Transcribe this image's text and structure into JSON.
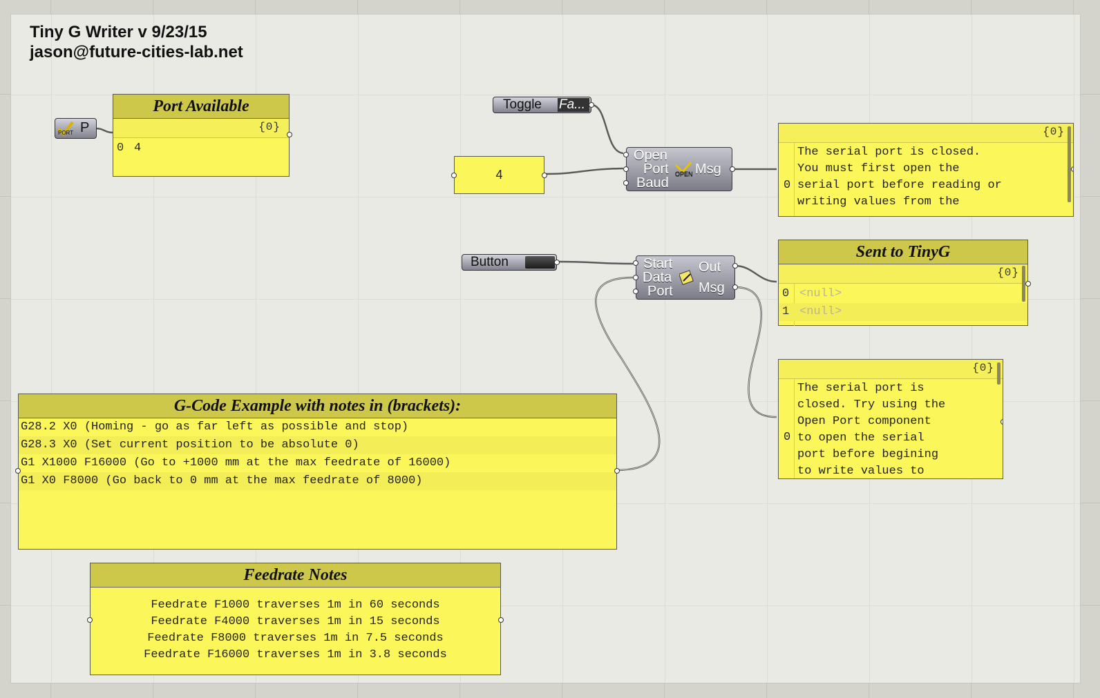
{
  "title": {
    "line1": "Tiny G Writer v 9/23/15",
    "line2": "jason@future-cities-lab.net"
  },
  "port_available": {
    "input_label": "P",
    "header": "Port Available",
    "path": "{0}",
    "rows": [
      {
        "index": "0",
        "value": "4"
      }
    ]
  },
  "toggle": {
    "label": "Toggle",
    "value": "Fa..."
  },
  "number_input": {
    "value": "4"
  },
  "open_port": {
    "inputs": [
      "Open",
      "Port",
      "Baud"
    ],
    "outputs": [
      "Msg"
    ],
    "icon": "open-port-icon",
    "icon_text": "OPEN"
  },
  "open_msg_panel": {
    "path": "{0}",
    "index": "0",
    "lines": [
      "The serial port is closed.",
      "You must first open the",
      "serial port before reading or",
      "writing values from the"
    ]
  },
  "button": {
    "label": "Button"
  },
  "writer": {
    "inputs": [
      "Start",
      "Data",
      "Port"
    ],
    "outputs": [
      "Out",
      "Msg"
    ],
    "icon": "write-icon"
  },
  "sent_panel": {
    "header": "Sent to TinyG",
    "path": "{0}",
    "rows": [
      {
        "index": "0",
        "value": "<null>"
      },
      {
        "index": "1",
        "value": "<null>"
      }
    ]
  },
  "writer_msg_panel": {
    "path": "{0}",
    "index": "0",
    "lines": [
      "The serial port is",
      "closed. Try using the",
      "Open Port component",
      "to open the serial",
      "port before begining",
      "to write values to"
    ]
  },
  "gcode_panel": {
    "header": "G-Code Example with notes in (brackets):",
    "lines": [
      "G28.2 X0 (Homing - go as far left as possible and stop)",
      "G28.3 X0 (Set current position to be absolute 0)",
      "G1 X1000 F16000 (Go to +1000 mm at the max feedrate of 16000)",
      "G1 X0 F8000 (Go back to 0 mm at the max feedrate of 8000)"
    ]
  },
  "feedrate_panel": {
    "header": "Feedrate Notes",
    "lines": [
      "Feedrate F1000 traverses 1m in 60 seconds",
      "Feedrate F4000 traverses 1m in 15 seconds",
      "Feedrate F8000 traverses 1m in 7.5 seconds",
      "Feedrate F16000 traverses 1m in 3.8 seconds"
    ]
  },
  "colors": {
    "panel_fill": "#fbf65a",
    "panel_header": "#cdc84a",
    "component": "#8e8e99",
    "wire": "#555555"
  }
}
